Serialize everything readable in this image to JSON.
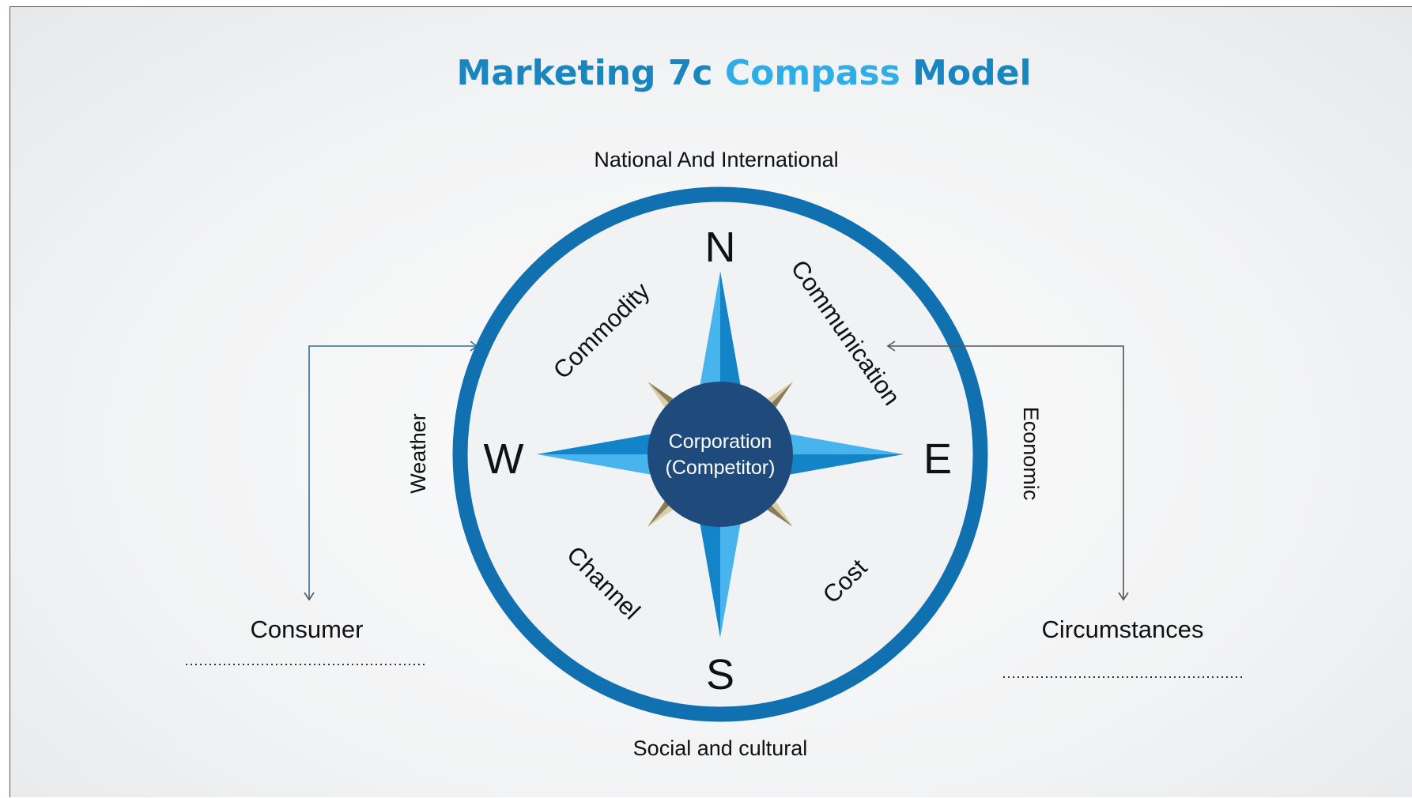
{
  "title": {
    "word1": "Marketing",
    "word2": "7c",
    "word3": "Compass",
    "word4": "Model",
    "colors": {
      "dark": "#1a86bf",
      "light": "#2eaee6"
    }
  },
  "context": {
    "top": "National And International",
    "bottom": "Social and cultural",
    "left": "Weather",
    "right": "Economic"
  },
  "directions": {
    "north": "N",
    "south": "S",
    "west": "W",
    "east": "E"
  },
  "quadrants": {
    "nw": "Commodity",
    "ne": "Communication",
    "sw": "Channel",
    "se": "Cost"
  },
  "center": {
    "line1": "Corporation",
    "line2": "(Competitor)"
  },
  "sides": {
    "left": "Consumer",
    "right": "Circumstances"
  },
  "colors": {
    "ring": "#1070b0",
    "hub": "#1f4a7c",
    "star_light": "#48b4ee",
    "star_dark": "#1484c8",
    "minor_light": "#d8cfa8",
    "minor_dark": "#8a7d55"
  }
}
